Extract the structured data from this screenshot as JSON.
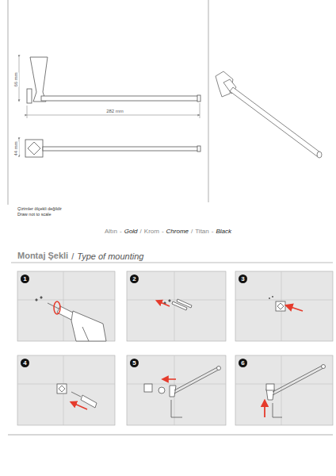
{
  "diagram": {
    "labels": [
      "66 mm",
      "282 mm",
      "44 mm",
      "Çizimler ölçekli değildir",
      "Draw not to scale",
      "Altın",
      "-",
      "Gold",
      "/",
      "Krom",
      "-",
      "Chrome",
      "/",
      "Titan",
      "-",
      "Black",
      "Montaj Şekli",
      "/",
      "Type of mounting",
      "1",
      "2",
      "3",
      "4",
      "5",
      "6"
    ]
  }
}
